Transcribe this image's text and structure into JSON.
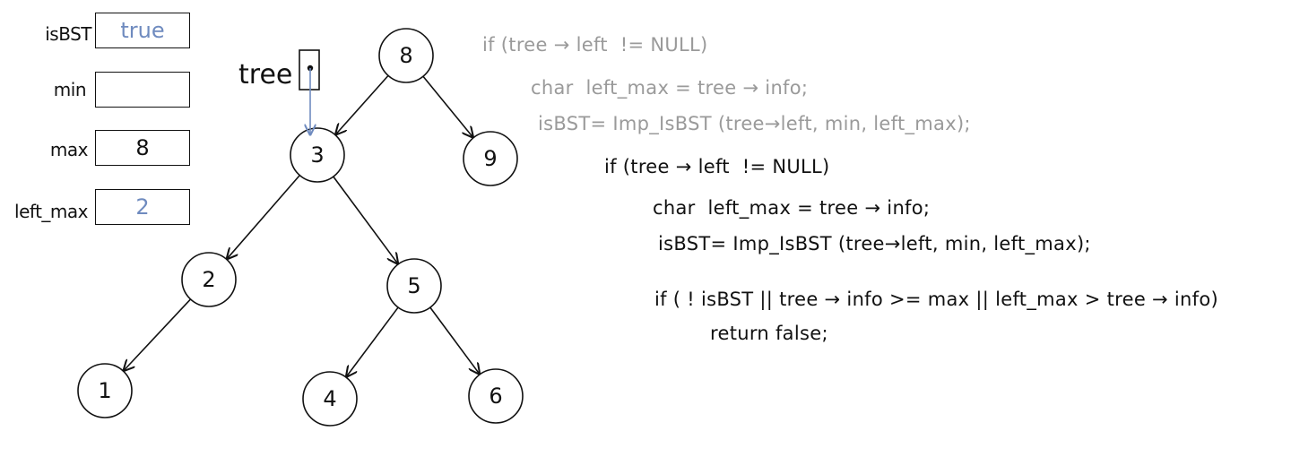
{
  "variables": [
    {
      "name": "isBST",
      "value": "true",
      "highlight": true
    },
    {
      "name": "min",
      "value": "",
      "highlight": false
    },
    {
      "name": "max",
      "value": "8",
      "highlight": false
    },
    {
      "name": "left_max",
      "value": "2",
      "highlight": true
    }
  ],
  "pointer": {
    "label": "tree",
    "target": "3"
  },
  "tree": {
    "nodes": [
      "8",
      "3",
      "9",
      "2",
      "5",
      "1",
      "4",
      "6"
    ],
    "edges": [
      [
        "8",
        "3"
      ],
      [
        "8",
        "9"
      ],
      [
        "3",
        "2"
      ],
      [
        "3",
        "5"
      ],
      [
        "2",
        "1"
      ],
      [
        "5",
        "4"
      ],
      [
        "5",
        "6"
      ]
    ]
  },
  "code": {
    "outer": [
      "if (tree → left  != NULL)",
      "char  left_max = tree → info;",
      "isBST= Imp_IsBST (tree→left, min, left_max);"
    ],
    "inner": [
      "if (tree → left  != NULL)",
      "char  left_max = tree → info;",
      "isBST= Imp_IsBST (tree→left, min, left_max);",
      "if ( ! isBST || tree → info >= max || left_max > tree → info)",
      "return false;"
    ]
  },
  "colors": {
    "highlight": "#6f8bbf",
    "faded_code": "#9a9a9a",
    "ink": "#111111"
  }
}
